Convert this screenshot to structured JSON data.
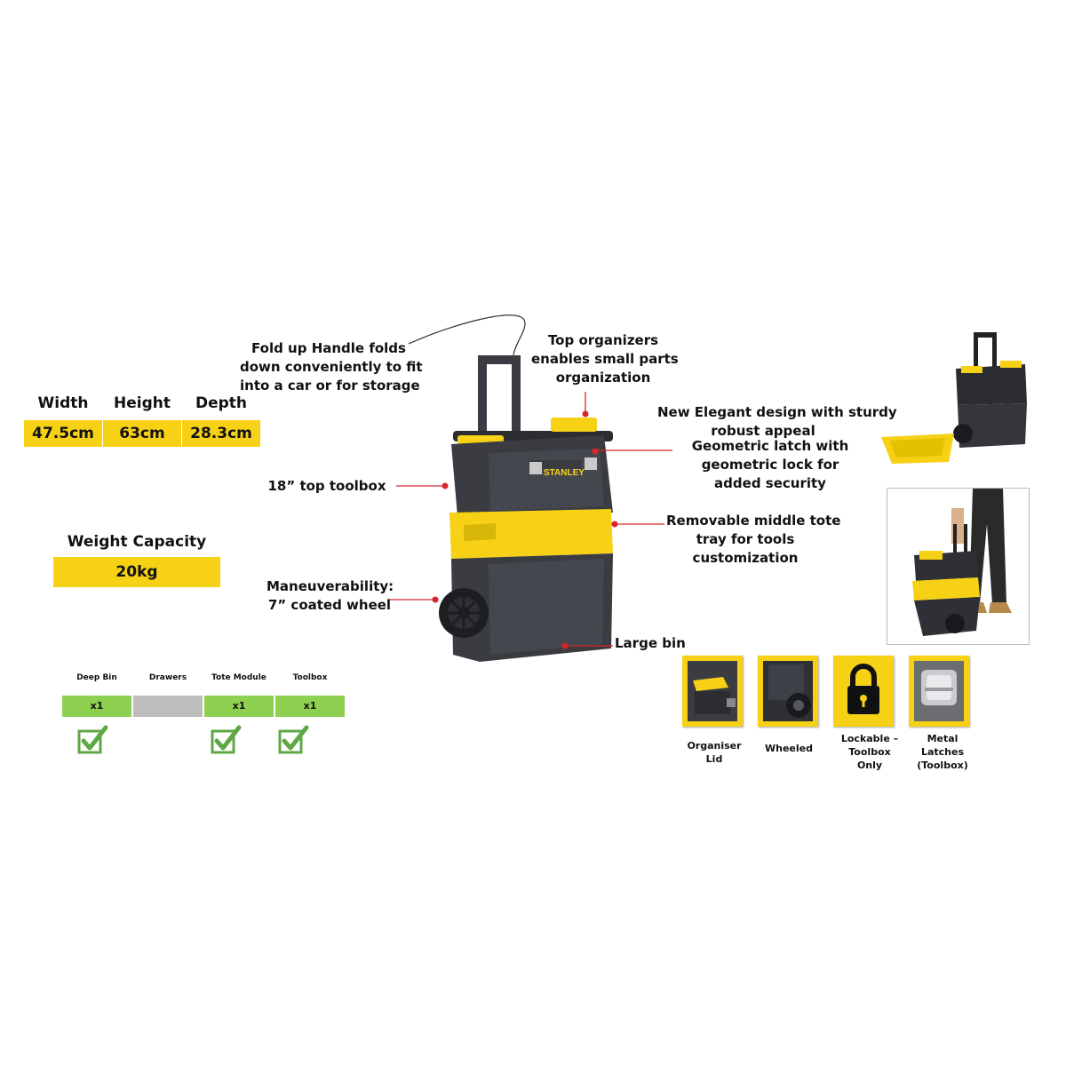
{
  "dimensions": {
    "headers": [
      "Width",
      "Height",
      "Depth"
    ],
    "values": [
      "47.5cm",
      "63cm",
      "28.3cm"
    ]
  },
  "weight": {
    "title": "Weight Capacity",
    "value": "20kg"
  },
  "modules": {
    "headers": [
      "Deep Bin",
      "Drawers",
      "Tote Module",
      "Toolbox"
    ],
    "values": [
      "x1",
      "",
      "x1",
      "x1"
    ],
    "checked": [
      true,
      false,
      true,
      true
    ]
  },
  "product": {
    "brand": "STANLEY"
  },
  "callouts": {
    "handle": [
      "Fold up Handle folds",
      "down conveniently to fit",
      "into a car or for storage"
    ],
    "organizers": [
      "Top organizers",
      "enables small parts",
      "organization"
    ],
    "design": [
      "New Elegant design with sturdy",
      "robust appeal"
    ],
    "latch": [
      "Geometric latch with",
      "geometric lock for",
      "added security"
    ],
    "top_toolbox": [
      "18” top toolbox"
    ],
    "tote": [
      "Removable middle tote",
      "tray for tools",
      "customization"
    ],
    "wheel": [
      "Maneuverability:",
      "7” coated wheel"
    ],
    "bin": [
      "Large bin"
    ]
  },
  "features": [
    {
      "icon": "organiser-lid-icon",
      "label": [
        "Organiser",
        "Lid"
      ]
    },
    {
      "icon": "wheel-icon",
      "label": [
        "Wheeled"
      ]
    },
    {
      "icon": "padlock-icon",
      "label": [
        "Lockable –",
        "Toolbox",
        "Only"
      ]
    },
    {
      "icon": "metal-latch-icon",
      "label": [
        "Metal",
        "Latches",
        "(Toolbox)"
      ]
    }
  ],
  "colors": {
    "yellow": "#f7d116",
    "green": "#8ed04f",
    "grey": "#bdbdbd",
    "body": "#3a3c42",
    "red": "#d6262a"
  }
}
